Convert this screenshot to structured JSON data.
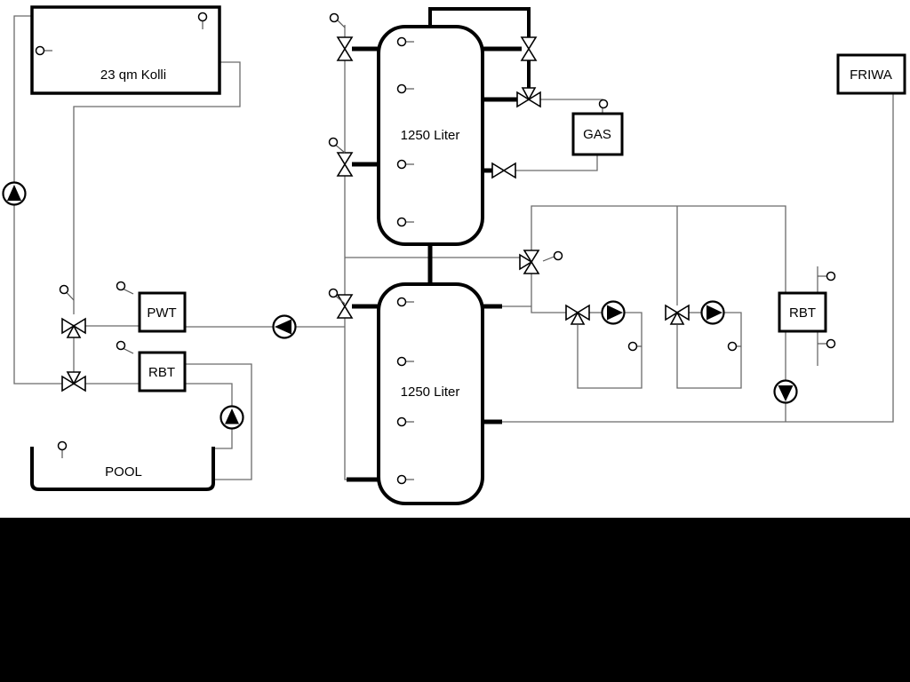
{
  "diagram": {
    "type": "hydraulic-schematic",
    "labels": {
      "collector": "23 qm Kolli",
      "tank_upper": "1250 Liter",
      "tank_lower": "1250 Liter",
      "gas": "GAS",
      "friwa": "FRIWA",
      "pwt": "PWT",
      "rbt_left": "RBT",
      "rbt_right": "RBT",
      "pool": "POOL"
    },
    "colors": {
      "background": "#ffffff",
      "pipe": "#6b6b6b",
      "outline": "#000000",
      "bottom_band": "#000000"
    },
    "icons": {
      "pump": "circle-with-solid-triangle",
      "valve": "hollow-bowtie-triangles",
      "sensor": "small-open-circle"
    }
  }
}
